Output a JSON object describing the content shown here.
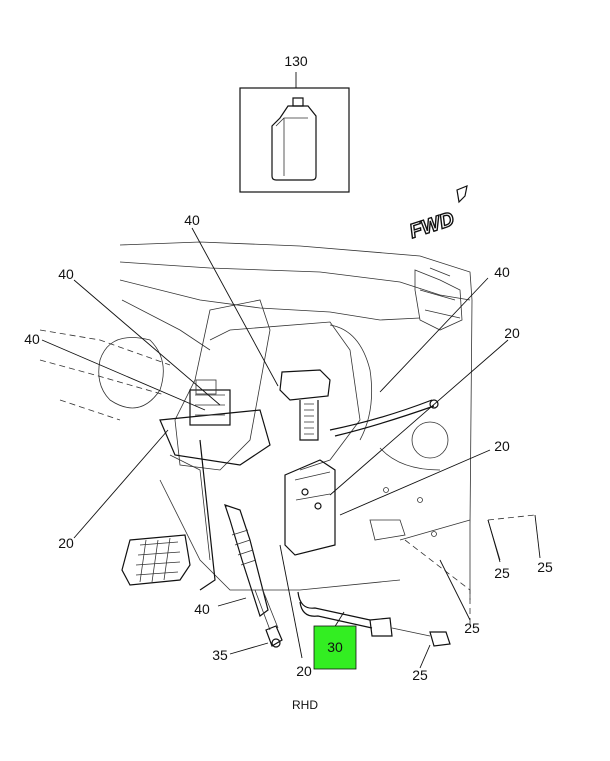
{
  "diagram": {
    "orientation_note": "FWD",
    "view_label": "RHD",
    "highlight_color": "#33ee22",
    "callouts": [
      {
        "id": "c130",
        "text": "130"
      },
      {
        "id": "c40a",
        "text": "40"
      },
      {
        "id": "c40b",
        "text": "40"
      },
      {
        "id": "c40c",
        "text": "40"
      },
      {
        "id": "c40d",
        "text": "40"
      },
      {
        "id": "c20a",
        "text": "20"
      },
      {
        "id": "c20b",
        "text": "20"
      },
      {
        "id": "c20c",
        "text": "20"
      },
      {
        "id": "c20d",
        "text": "20"
      },
      {
        "id": "c40e",
        "text": "40"
      },
      {
        "id": "c35",
        "text": "35"
      },
      {
        "id": "c30",
        "text": "30"
      },
      {
        "id": "c25a",
        "text": "25"
      },
      {
        "id": "c25b",
        "text": "25"
      },
      {
        "id": "c25c",
        "text": "25"
      },
      {
        "id": "c25d",
        "text": "25"
      }
    ]
  }
}
